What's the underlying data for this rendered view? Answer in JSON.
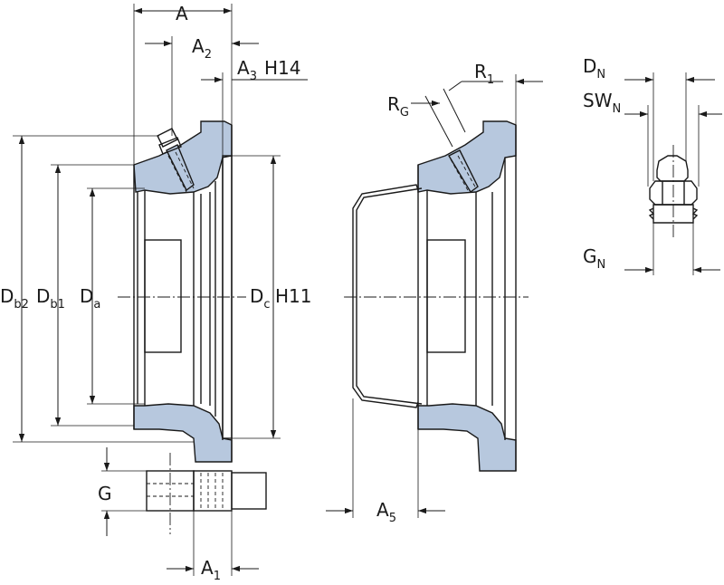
{
  "labels": {
    "A": "A",
    "A2": "A",
    "A2_sub": "2",
    "A3": "A",
    "A3_sub": "3",
    "H14": "H14",
    "Db2": "D",
    "Db2_sub": "b2",
    "Db1": "D",
    "Db1_sub": "b1",
    "Da": "D",
    "Da_sub": "a",
    "Dc": "D",
    "Dc_sub": "c",
    "H11": "H11",
    "G": "G",
    "A1": "A",
    "A1_sub": "1",
    "RG": "R",
    "RG_sub": "G",
    "R1": "R",
    "R1_sub": "1",
    "A5": "A",
    "A5_sub": "5",
    "DN": "D",
    "DN_sub": "N",
    "SWN": "SW",
    "SWN_sub": "N",
    "GN": "G",
    "GN_sub": "N"
  },
  "colors": {
    "body_fill": "#b7c8de",
    "line": "#1a1a1a",
    "background": "#ffffff"
  }
}
